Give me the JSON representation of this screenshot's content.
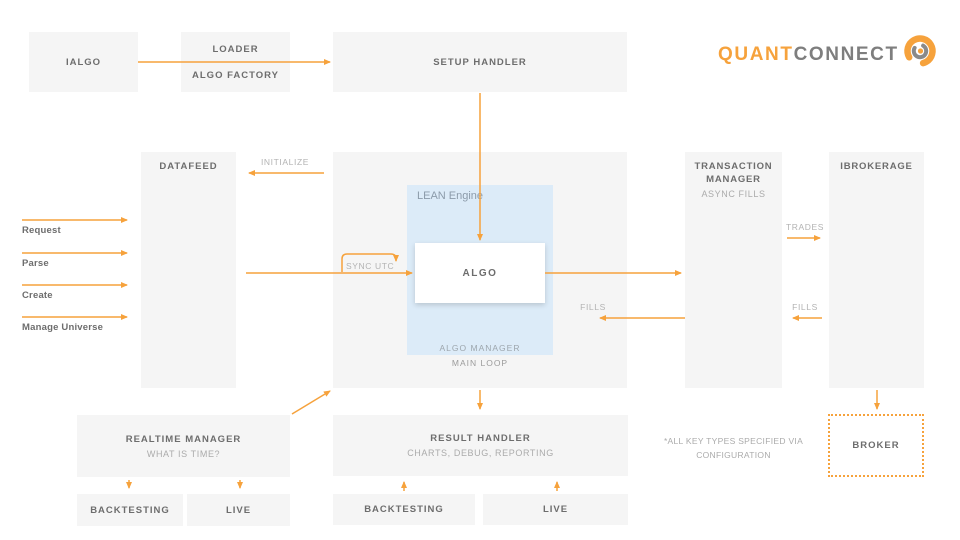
{
  "logo": {
    "brand_primary": "QUANT",
    "brand_secondary": "CONNECT"
  },
  "colors": {
    "accent": "#F6A23C",
    "box_fill": "#F5F5F5",
    "lean_fill": "#DCEBF8",
    "title_text": "#6D6D6D",
    "muted_text": "#ABABAB",
    "lean_text": "#8C9BAA"
  },
  "nodes": {
    "ialgo": {
      "title": "IALGO"
    },
    "loader": {
      "title": "LOADER",
      "subtitle": "ALGO FACTORY"
    },
    "setup_handler": {
      "title": "SETUP HANDLER"
    },
    "datafeed": {
      "title": "DATAFEED"
    },
    "lean_engine": {
      "title": "LEAN Engine"
    },
    "algo": {
      "title": "ALGO"
    },
    "algo_manager": {
      "label": "ALGO MANAGER"
    },
    "main_loop": {
      "label": "MAIN LOOP"
    },
    "transaction_manager": {
      "title_line1": "TRANSACTION",
      "title_line2": "MANAGER",
      "subtitle": "ASYNC FILLS"
    },
    "ibrokerage": {
      "title": "IBROKERAGE"
    },
    "realtime_manager": {
      "title": "REALTIME MANAGER",
      "subtitle": "WHAT IS TIME?"
    },
    "result_handler": {
      "title": "RESULT HANDLER",
      "subtitle": "CHARTS, DEBUG, REPORTING"
    },
    "backtesting_left": {
      "title": "BACKTESTING"
    },
    "live_left": {
      "title": "LIVE"
    },
    "backtesting_center": {
      "title": "BACKTESTING"
    },
    "live_center": {
      "title": "LIVE"
    },
    "broker": {
      "title": "BROKER"
    }
  },
  "edge_labels": {
    "initialize": "INITIALIZE",
    "sync_utc": "SYNC UTC",
    "trades": "TRADES",
    "fills_to_lean": "FILLS",
    "fills_to_manager": "FILLS"
  },
  "flow_labels": [
    "Request",
    "Parse",
    "Create",
    "Manage Universe"
  ],
  "footnote": {
    "line1": "*ALL KEY TYPES SPECIFIED VIA",
    "line2": "CONFIGURATION"
  }
}
